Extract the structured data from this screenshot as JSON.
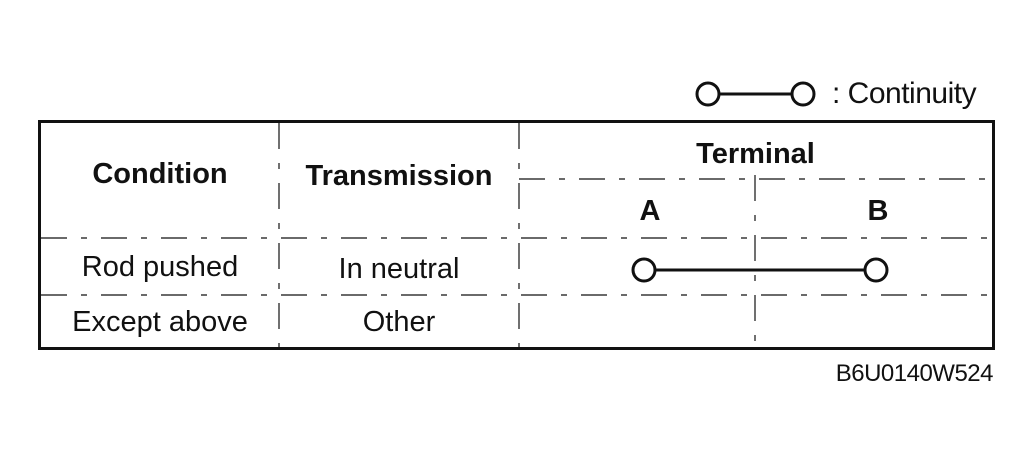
{
  "legend": {
    "symbol_icon": "continuity-symbol-icon",
    "text": ": Continuity"
  },
  "table": {
    "headers": {
      "condition": "Condition",
      "transmission": "Transmission",
      "terminal": "Terminal",
      "terminal_a": "A",
      "terminal_b": "B"
    },
    "rows": [
      {
        "condition": "Rod pushed",
        "transmission": "In neutral",
        "continuity": "A-B"
      },
      {
        "condition": "Except above",
        "transmission": "Other",
        "continuity": ""
      }
    ]
  },
  "caption": "B6U0140W524"
}
